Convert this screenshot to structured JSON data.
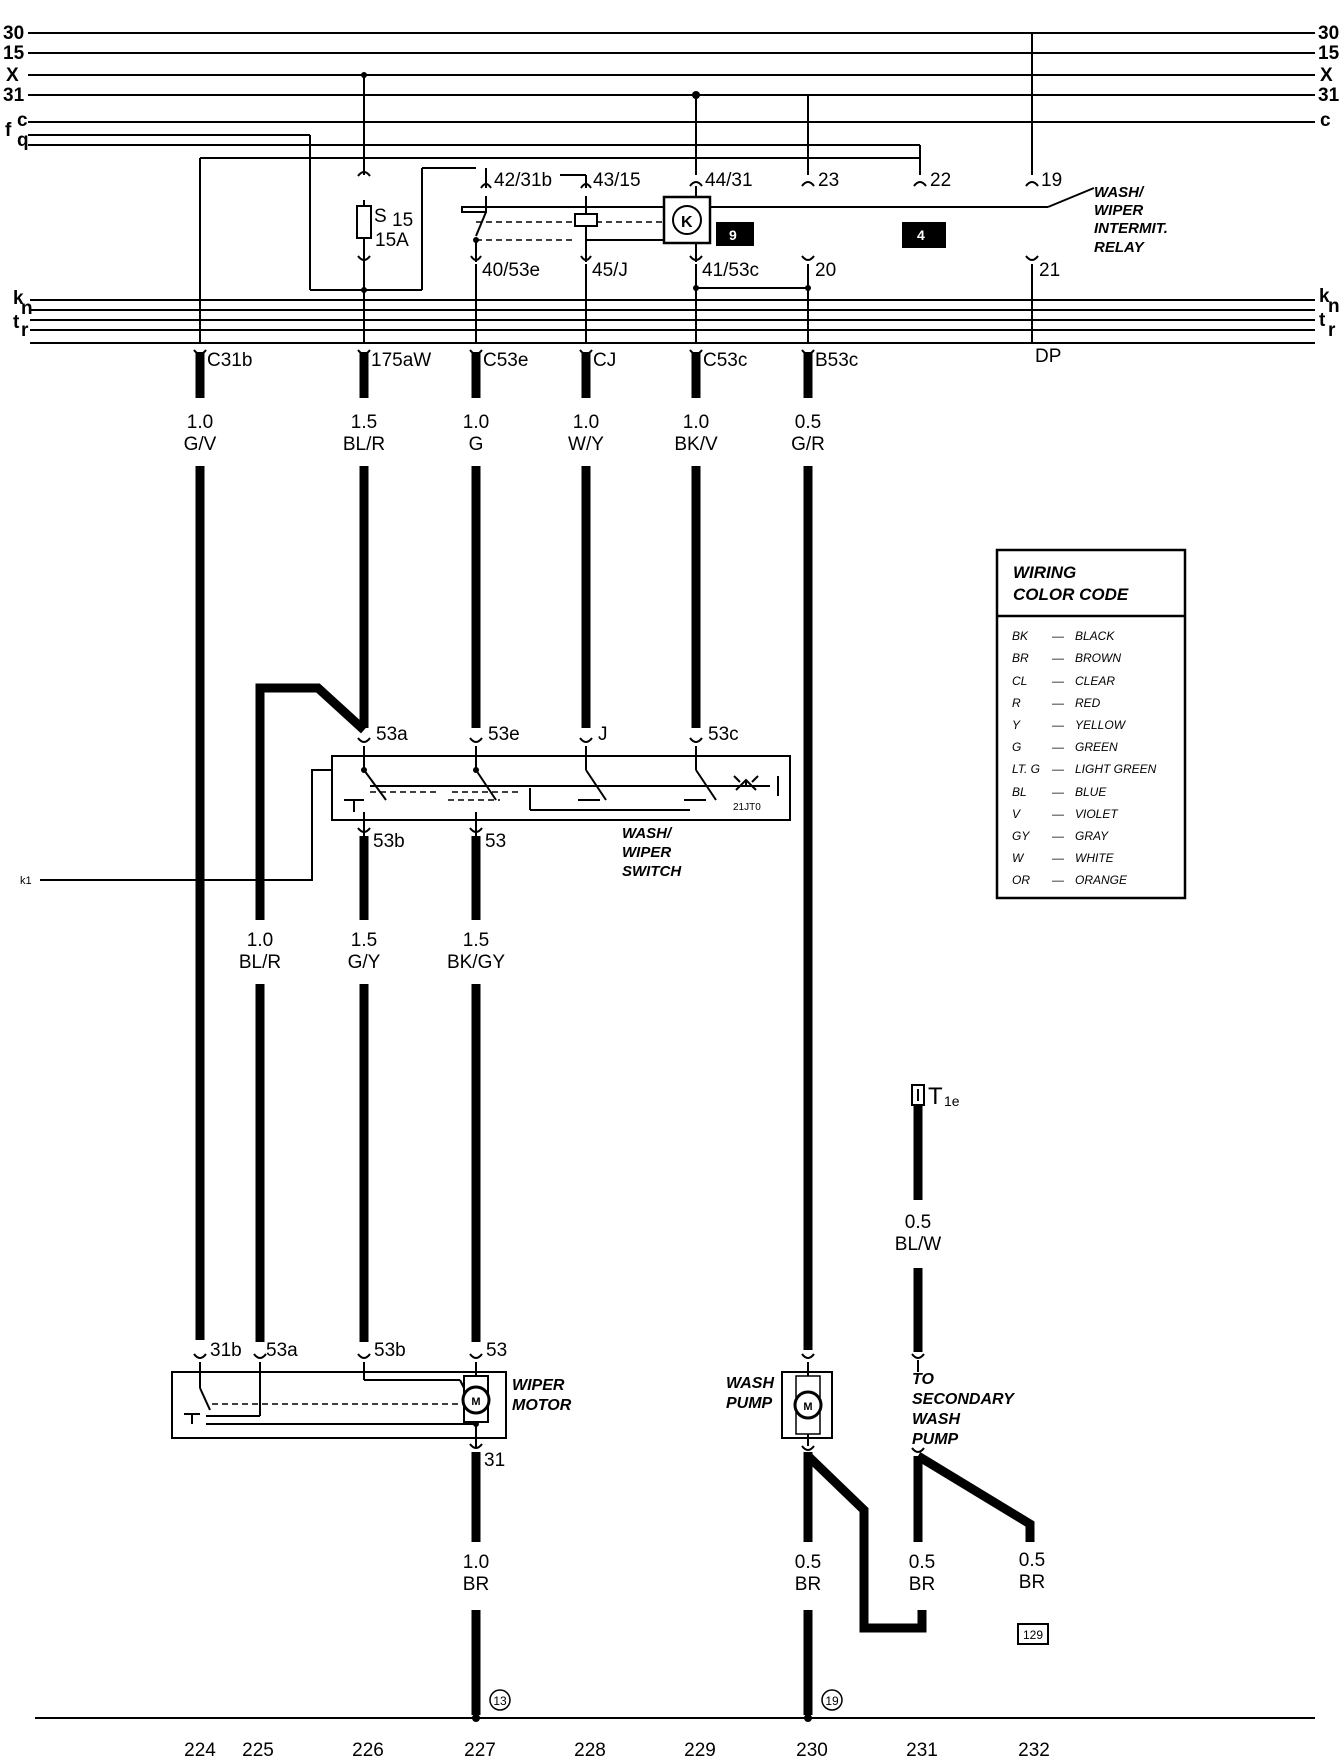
{
  "bus_top": {
    "left": [
      "30",
      "15",
      "X",
      "31",
      "c",
      "q"
    ],
    "right": [
      "30",
      "15",
      "X",
      "31",
      "c"
    ],
    "f_label": "f"
  },
  "bus_bottom": {
    "left": [
      "k",
      "n",
      "t",
      "r"
    ],
    "right": [
      "k",
      "n",
      "t",
      "r"
    ]
  },
  "fuse": {
    "name": "S",
    "number": "15",
    "rating": "15A"
  },
  "relay": {
    "pins_top": [
      "42/31b",
      "43/15",
      "44/31",
      "23",
      "22",
      "19"
    ],
    "pins_bottom": [
      "40/53e",
      "45/J",
      "41/53c",
      "20",
      "21"
    ],
    "location_tags": [
      "9",
      "4"
    ],
    "label": [
      "WASH/",
      "WIPER",
      "INTERMIT.",
      "RELAY"
    ]
  },
  "connectors": [
    "C31b",
    "175aW",
    "C53e",
    "CJ",
    "C53c",
    "B53c",
    "DP"
  ],
  "wires_upper": [
    {
      "size": "1.0",
      "color": "G/V"
    },
    {
      "size": "1.5",
      "color": "BL/R"
    },
    {
      "size": "1.0",
      "color": "G"
    },
    {
      "size": "1.0",
      "color": "W/Y"
    },
    {
      "size": "1.0",
      "color": "BK/V"
    },
    {
      "size": "0.5",
      "color": "G/R"
    }
  ],
  "switch": {
    "pins_top": [
      "53a",
      "53e",
      "J",
      "53c"
    ],
    "pins_bottom": [
      "53b",
      "53"
    ],
    "code": "21JT0",
    "label": [
      "WASH/",
      "WIPER",
      "SWITCH"
    ],
    "side_ref": "k1"
  },
  "wires_middle": [
    {
      "size": "1.0",
      "color": "BL/R"
    },
    {
      "size": "1.5",
      "color": "G/Y"
    },
    {
      "size": "1.5",
      "color": "BK/GY"
    }
  ],
  "color_code": {
    "title": [
      "WIRING",
      "COLOR CODE"
    ],
    "entries": [
      {
        "abbr": "BK",
        "name": "BLACK"
      },
      {
        "abbr": "BR",
        "name": "BROWN"
      },
      {
        "abbr": "CL",
        "name": "CLEAR"
      },
      {
        "abbr": "R",
        "name": "RED"
      },
      {
        "abbr": "Y",
        "name": "YELLOW"
      },
      {
        "abbr": "G",
        "name": "GREEN"
      },
      {
        "abbr": "LT. G",
        "name": "LIGHT GREEN"
      },
      {
        "abbr": "BL",
        "name": "BLUE"
      },
      {
        "abbr": "V",
        "name": "VIOLET"
      },
      {
        "abbr": "GY",
        "name": "GRAY"
      },
      {
        "abbr": "W",
        "name": "WHITE"
      },
      {
        "abbr": "OR",
        "name": "ORANGE"
      }
    ]
  },
  "t1e": {
    "main": "T",
    "sub": "1e"
  },
  "wire_t1e": {
    "size": "0.5",
    "color": "BL/W"
  },
  "motor": {
    "pins": [
      "31b",
      "53a",
      "53b",
      "53"
    ],
    "ground_pin": "31",
    "symbol": "M",
    "label": [
      "WIPER",
      "MOTOR"
    ]
  },
  "pump": {
    "symbol": "M",
    "label": [
      "WASH",
      "PUMP"
    ]
  },
  "secondary": {
    "label": [
      "TO",
      "SECONDARY",
      "WASH",
      "PUMP"
    ]
  },
  "wires_lower": [
    {
      "size": "1.0",
      "color": "BR"
    },
    {
      "size": "0.5",
      "color": "BR"
    },
    {
      "size": "0.5",
      "color": "BR"
    },
    {
      "size": "0.5",
      "color": "BR"
    }
  ],
  "ground_refs": [
    "13",
    "19"
  ],
  "ref_box": "129",
  "column_numbers": [
    "224",
    "225",
    "226",
    "227",
    "228",
    "229",
    "230",
    "231",
    "232"
  ]
}
